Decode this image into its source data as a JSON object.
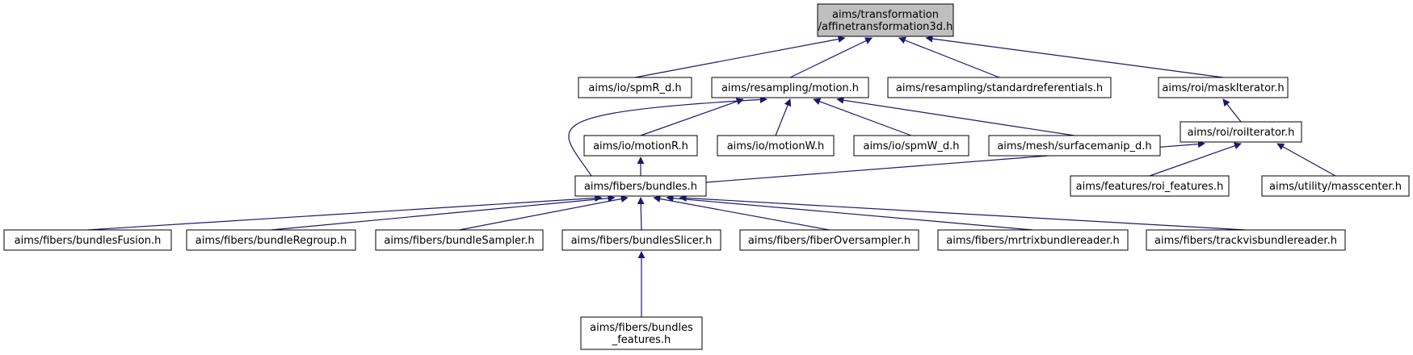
{
  "graph": {
    "edge_color": "#191970",
    "root_fill": "#bfbfbf",
    "nodes": [
      {
        "id": "root",
        "lines": [
          "aims/transformation",
          "/affinetransformation3d.h"
        ],
        "root": true
      },
      {
        "id": "spmR",
        "lines": [
          "aims/io/spmR_d.h"
        ]
      },
      {
        "id": "motion",
        "lines": [
          "aims/resampling/motion.h"
        ]
      },
      {
        "id": "stdref",
        "lines": [
          "aims/resampling/standardreferentials.h"
        ]
      },
      {
        "id": "maskIt",
        "lines": [
          "aims/roi/maskIterator.h"
        ]
      },
      {
        "id": "motionR",
        "lines": [
          "aims/io/motionR.h"
        ]
      },
      {
        "id": "motionW",
        "lines": [
          "aims/io/motionW.h"
        ]
      },
      {
        "id": "spmW",
        "lines": [
          "aims/io/spmW_d.h"
        ]
      },
      {
        "id": "surfmanip",
        "lines": [
          "aims/mesh/surfacemanip_d.h"
        ]
      },
      {
        "id": "roiIt",
        "lines": [
          "aims/roi/roiIterator.h"
        ]
      },
      {
        "id": "bundles",
        "lines": [
          "aims/fibers/bundles.h"
        ]
      },
      {
        "id": "roifeat",
        "lines": [
          "aims/features/roi_features.h"
        ]
      },
      {
        "id": "masscenter",
        "lines": [
          "aims/utility/masscenter.h"
        ]
      },
      {
        "id": "bFusion",
        "lines": [
          "aims/fibers/bundlesFusion.h"
        ]
      },
      {
        "id": "bRegroup",
        "lines": [
          "aims/fibers/bundleRegroup.h"
        ]
      },
      {
        "id": "bSampler",
        "lines": [
          "aims/fibers/bundleSampler.h"
        ]
      },
      {
        "id": "bSlicer",
        "lines": [
          "aims/fibers/bundlesSlicer.h"
        ]
      },
      {
        "id": "fOver",
        "lines": [
          "aims/fibers/fiberOversampler.h"
        ]
      },
      {
        "id": "mrtrix",
        "lines": [
          "aims/fibers/mrtrixbundlereader.h"
        ]
      },
      {
        "id": "trackvis",
        "lines": [
          "aims/fibers/trackvisbundlereader.h"
        ]
      },
      {
        "id": "bFeat",
        "lines": [
          "aims/fibers/bundles",
          "_features.h"
        ]
      }
    ],
    "edges": [
      [
        "spmR",
        "root"
      ],
      [
        "motion",
        "root"
      ],
      [
        "stdref",
        "root"
      ],
      [
        "maskIt",
        "root"
      ],
      [
        "motionR",
        "motion"
      ],
      [
        "motionW",
        "motion"
      ],
      [
        "spmW",
        "motion"
      ],
      [
        "surfmanip",
        "motion"
      ],
      [
        "bundles",
        "motion"
      ],
      [
        "roiIt",
        "maskIt"
      ],
      [
        "bundles",
        "motionR"
      ],
      [
        "bundles",
        "roiIt"
      ],
      [
        "roifeat",
        "roiIt"
      ],
      [
        "masscenter",
        "roiIt"
      ],
      [
        "bFusion",
        "bundles"
      ],
      [
        "bRegroup",
        "bundles"
      ],
      [
        "bSampler",
        "bundles"
      ],
      [
        "bSlicer",
        "bundles"
      ],
      [
        "fOver",
        "bundles"
      ],
      [
        "mrtrix",
        "bundles"
      ],
      [
        "trackvis",
        "bundles"
      ],
      [
        "bFeat",
        "bSlicer"
      ]
    ]
  }
}
